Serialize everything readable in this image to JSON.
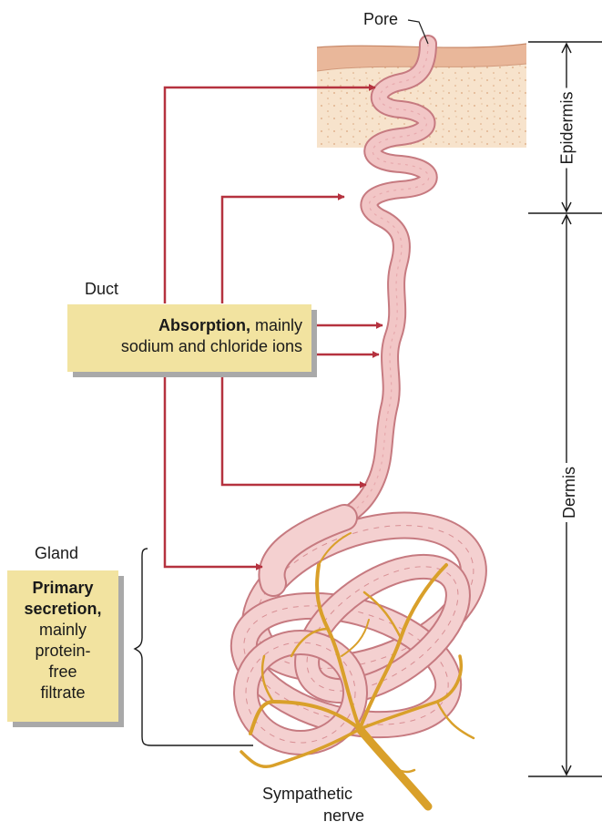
{
  "labels": {
    "pore": "Pore",
    "duct": "Duct",
    "gland": "Gland",
    "nerve_line1": "Sympathetic",
    "nerve_line2": "nerve",
    "epidermis": "Epidermis",
    "dermis": "Dermis"
  },
  "absorption_box": {
    "bold": "Absorption,",
    "rest": " mainly",
    "line2": "sodium and chloride ions"
  },
  "secretion_box": {
    "line1": "Primary",
    "line2": "secretion,",
    "line3": "mainly",
    "line4": "protein-",
    "line5": "free",
    "line6": "filtrate"
  },
  "colors": {
    "arrow": "#b5323f",
    "duct_fill": "#f2c6c6",
    "duct_edge": "#c67a80",
    "nerve": "#d9a02a",
    "skin_top": "#e9b79a",
    "skin_body": "#f7e3cc",
    "box": "#f2e3a0"
  }
}
